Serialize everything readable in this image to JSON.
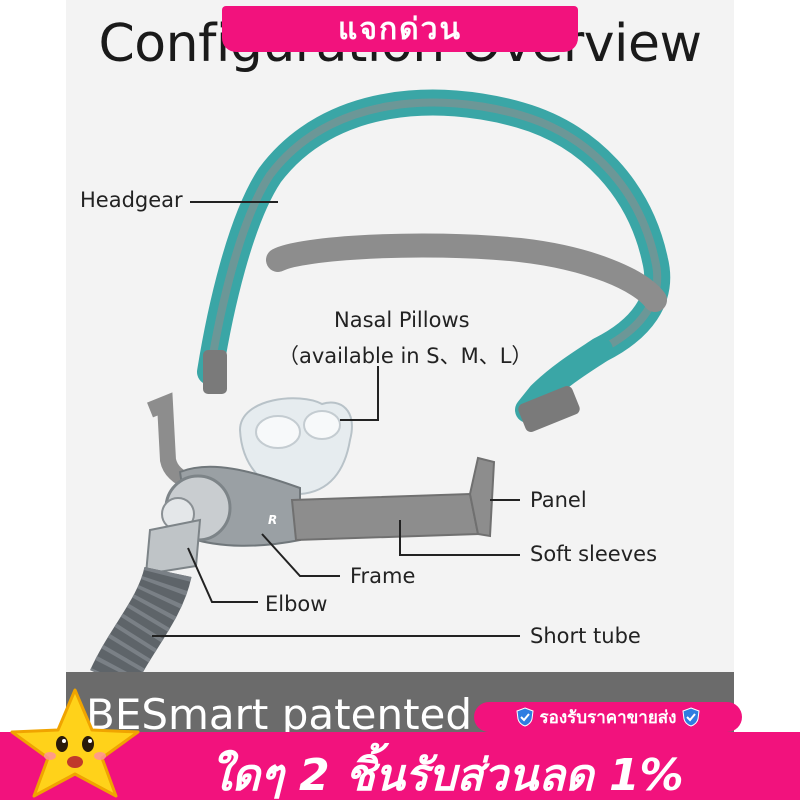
{
  "title": "Configuration Overview",
  "top_banner": "แจกด่วน",
  "labels": {
    "headgear": "Headgear",
    "nasal_pillows": "Nasal Pillows",
    "nasal_pillows_sizes": "（available in S、M、L）",
    "panel": "Panel",
    "soft_sleeves": "Soft sleeves",
    "frame": "Frame",
    "elbow": "Elbow",
    "short_tube": "Short tube",
    "frame_mark": "R"
  },
  "band_text": "BESmart patented",
  "wholesale_badge": "รองรับราคาขายส่ง",
  "promo": "ใดๆ 2 ชิ้นรับส่วนลด 1%",
  "colors": {
    "teal": "#3aa6a6",
    "gray_strap": "#8d8d8d",
    "promo_pink": "#f2127d"
  }
}
